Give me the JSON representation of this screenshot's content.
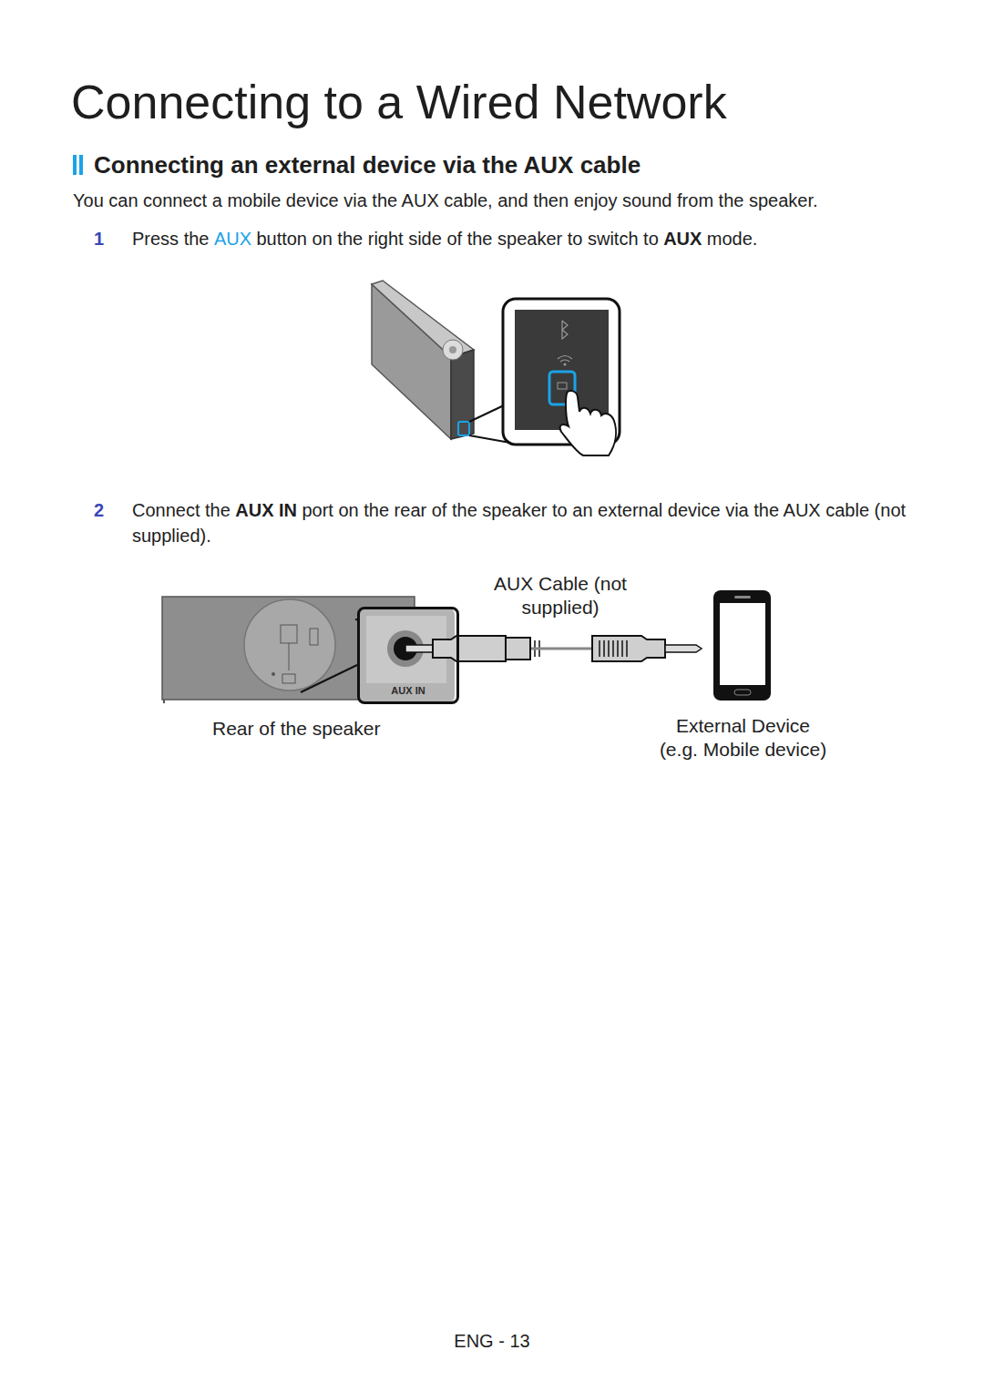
{
  "diagram": {
    "title": "Connecting to a Wired Network",
    "nodes": [
      {
        "text": [
          "AUX IN"
        ]
      }
    ],
    "labels": [
      "Connecting an external device via the AUX cable",
      "You can connect a mobile device via the AUX cable, and then enjoy sound from the speaker.",
      "1",
      "Press the",
      "AUX",
      "button on the right side of the speaker to switch to",
      "AUX",
      "mode.",
      "2",
      "Connect the",
      "AUX IN",
      "port on the rear of the speaker to an external device via the AUX cable (not supplied).",
      "AUX Cable (not supplied)",
      "Rear of the speaker",
      "External Device (e.g. Mobile device)",
      "ENG - 13"
    ]
  }
}
